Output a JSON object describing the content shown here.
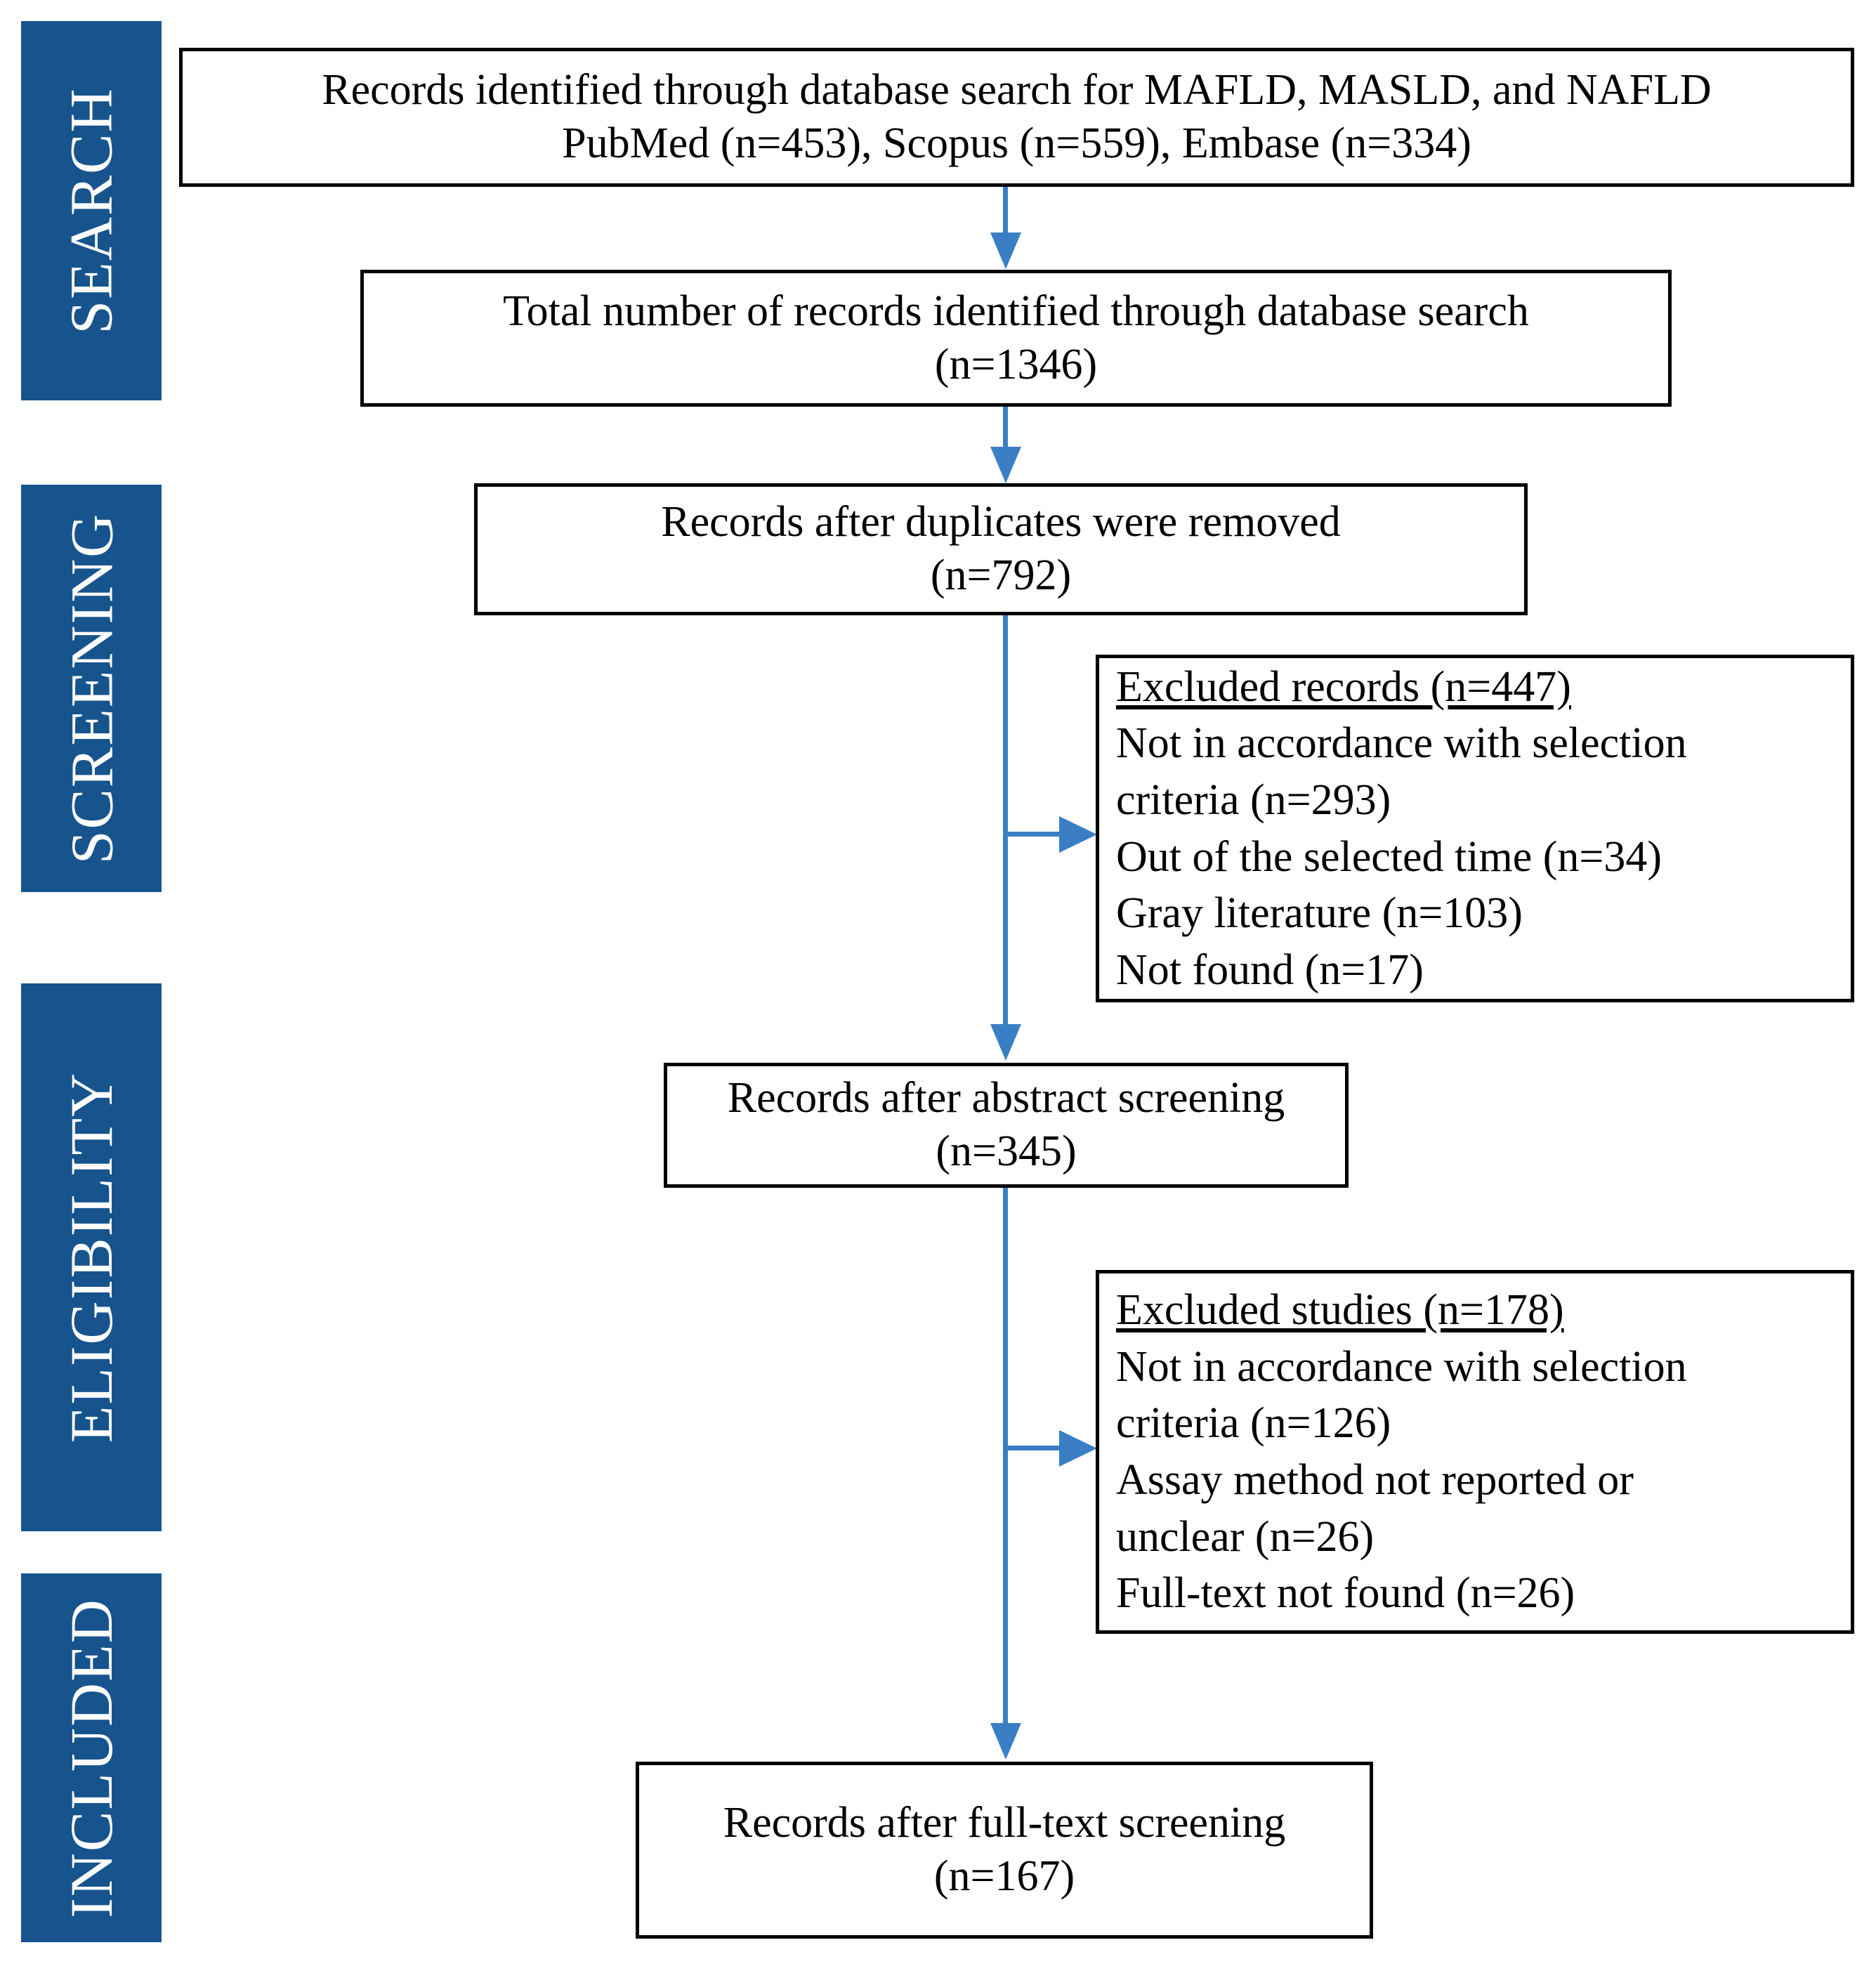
{
  "diagram": {
    "title": "PRISMA flow diagram for study selection",
    "accent_color": "#17548E",
    "connector_color": "#3A7FC5",
    "box_border_color": "#000000",
    "background_color": "#FFFFFF"
  },
  "stages": [
    {
      "id": "search",
      "label": "SEARCH"
    },
    {
      "id": "screening",
      "label": "SCREENING"
    },
    {
      "id": "eligibility",
      "label": "ELIGIBILITY"
    },
    {
      "id": "included",
      "label": "INCLUDED"
    }
  ],
  "boxes": {
    "identified": {
      "line1": "Records identified through database search for MAFLD, MASLD, and NAFLD",
      "line2": "PubMed (n=453), Scopus (n=559), Embase (n=334)"
    },
    "total_identified": {
      "line1": "Total number of records identified through database search",
      "line2": "(n=1346)"
    },
    "after_duplicates": {
      "line1": "Records after duplicates were removed",
      "line2": "(n=792)"
    },
    "after_abstract": {
      "line1": "Records after abstract screening",
      "line2": "(n=345)"
    },
    "after_fulltext": {
      "line1": "Records after full-text screening",
      "line2": "(n=167)"
    }
  },
  "exclusions": {
    "records": {
      "header": "Excluded records (n=447)",
      "items": [
        "Not in accordance with selection",
        "criteria (n=293)",
        "Out of the selected time (n=34)",
        "Gray literature (n=103)",
        "Not found (n=17)"
      ]
    },
    "studies": {
      "header": "Excluded studies (n=178)",
      "items": [
        "Not in accordance with selection",
        "criteria (n=126)",
        "Assay method not reported or",
        "unclear (n=26)",
        "Full-text not found (n=26)"
      ]
    }
  },
  "chart_data": {
    "type": "diagram",
    "diagram_type": "prisma-flow",
    "title": "PRISMA flow diagram",
    "nodes": [
      {
        "id": "identified",
        "stage": "SEARCH",
        "label": "Records identified through database search for MAFLD, MASLD, and NAFLD",
        "sources": [
          {
            "name": "PubMed",
            "n": 453
          },
          {
            "name": "Scopus",
            "n": 559
          },
          {
            "name": "Embase",
            "n": 334
          }
        ]
      },
      {
        "id": "total_identified",
        "stage": "SEARCH",
        "label": "Total number of records identified through database search",
        "n": 1346
      },
      {
        "id": "after_duplicates",
        "stage": "SCREENING",
        "label": "Records after duplicates were removed",
        "n": 792
      },
      {
        "id": "excluded_records",
        "stage": "SCREENING",
        "label": "Excluded records",
        "n": 447,
        "reasons": [
          {
            "reason": "Not in accordance with selection criteria",
            "n": 293
          },
          {
            "reason": "Out of the selected time",
            "n": 34
          },
          {
            "reason": "Gray literature",
            "n": 103
          },
          {
            "reason": "Not found",
            "n": 17
          }
        ]
      },
      {
        "id": "after_abstract",
        "stage": "ELIGIBILITY",
        "label": "Records after abstract screening",
        "n": 345
      },
      {
        "id": "excluded_studies",
        "stage": "ELIGIBILITY",
        "label": "Excluded studies",
        "n": 178,
        "reasons": [
          {
            "reason": "Not in accordance with selection criteria",
            "n": 126
          },
          {
            "reason": "Assay method not reported or unclear",
            "n": 26
          },
          {
            "reason": "Full-text not found",
            "n": 26
          }
        ]
      },
      {
        "id": "after_fulltext",
        "stage": "INCLUDED",
        "label": "Records after full-text screening",
        "n": 167
      }
    ],
    "edges": [
      {
        "from": "identified",
        "to": "total_identified",
        "direction": "down"
      },
      {
        "from": "total_identified",
        "to": "after_duplicates",
        "direction": "down"
      },
      {
        "from": "after_duplicates",
        "to": "excluded_records",
        "direction": "right"
      },
      {
        "from": "after_duplicates",
        "to": "after_abstract",
        "direction": "down"
      },
      {
        "from": "after_abstract",
        "to": "excluded_studies",
        "direction": "right"
      },
      {
        "from": "after_abstract",
        "to": "after_fulltext",
        "direction": "down"
      }
    ]
  }
}
